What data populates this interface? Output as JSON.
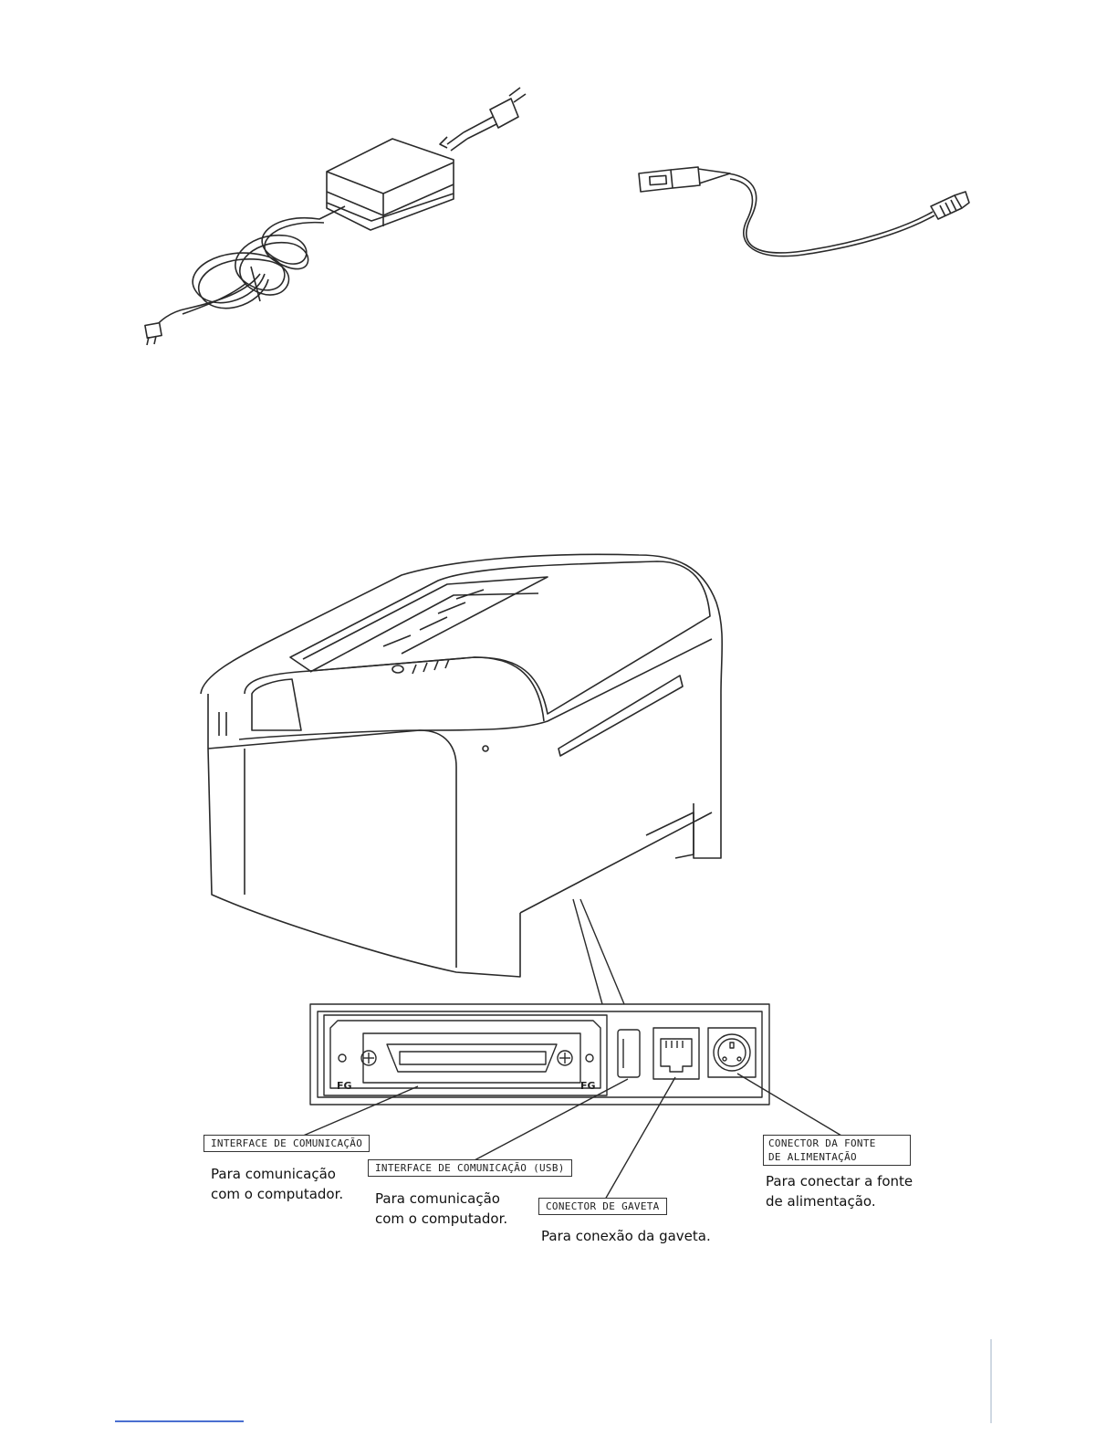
{
  "labels": {
    "interface_parallel": "INTERFACE DE COMUNICAÇÃO",
    "interface_usb": "INTERFACE DE COMUNICAÇÃO (USB)",
    "drawer": "CONECTOR DE GAVETA",
    "power_line1": "CONECTOR DA FONTE",
    "power_line2": "DE ALIMENTAÇÃO",
    "fg_left": "FG",
    "fg_right": "FG"
  },
  "descriptions": {
    "parallel_line1": "Para comunicação",
    "parallel_line2": "com o computador.",
    "usb_line1": "Para comunicação",
    "usb_line2": "com o computador.",
    "drawer_line1": "Para conexão da gaveta.",
    "power_line1": "Para conectar a fonte",
    "power_line2": "de alimentação."
  },
  "icons": [
    "power-adapter-illustration",
    "usb-cable-illustration",
    "printer-illustration",
    "rear-panel-illustration"
  ],
  "colors": {
    "line": "#2a2a2a",
    "accent_link": "#4a6fd0",
    "rule": "#cfd8e3"
  }
}
